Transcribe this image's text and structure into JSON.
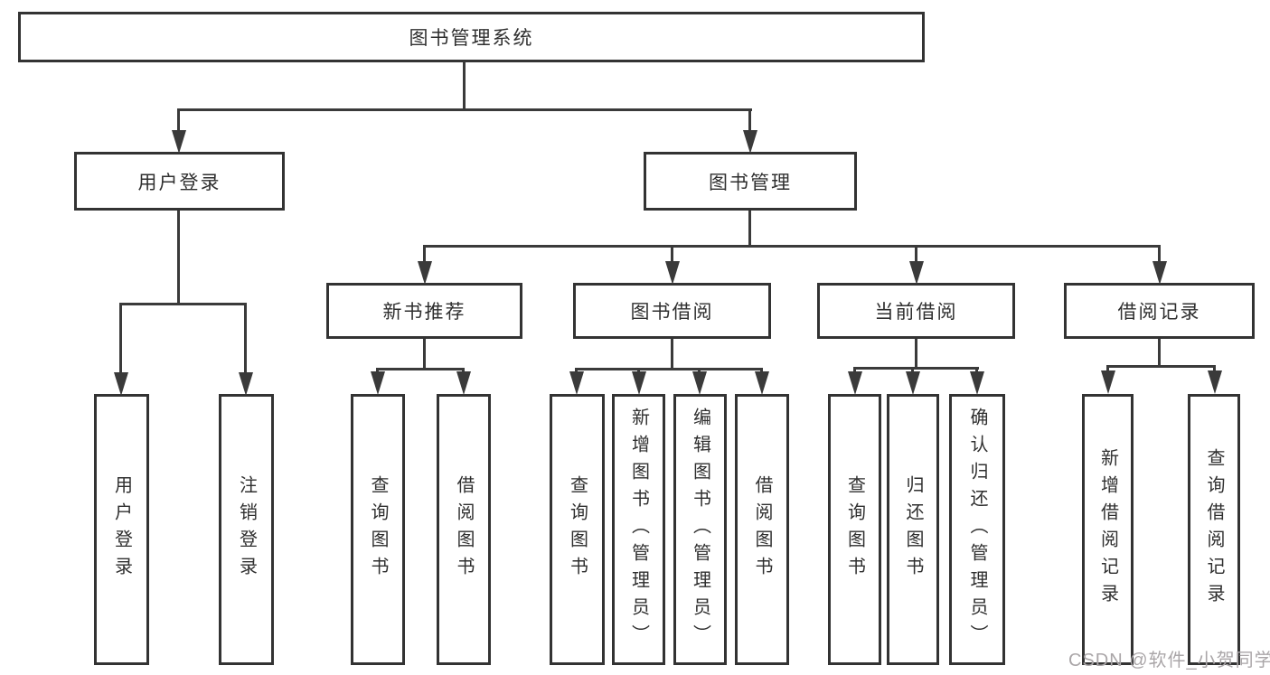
{
  "diagram": {
    "root": {
      "label": "图书管理系统"
    },
    "branches": [
      {
        "label": "用户登录",
        "children": [
          {
            "label": "用户登录"
          },
          {
            "label": "注销登录"
          }
        ]
      },
      {
        "label": "图书管理",
        "children": [
          {
            "label": "新书推荐",
            "children": [
              {
                "label": "查询图书"
              },
              {
                "label": "借阅图书"
              }
            ]
          },
          {
            "label": "图书借阅",
            "children": [
              {
                "label": "查询图书"
              },
              {
                "label": "新增图书（管理员）"
              },
              {
                "label": "编辑图书（管理员）"
              },
              {
                "label": "借阅图书"
              }
            ]
          },
          {
            "label": "当前借阅",
            "children": [
              {
                "label": "查询图书"
              },
              {
                "label": "归还图书"
              },
              {
                "label": "确认归还（管理员）"
              }
            ]
          },
          {
            "label": "借阅记录",
            "children": [
              {
                "label": "新增借阅记录"
              },
              {
                "label": "查询借阅记录"
              }
            ]
          }
        ]
      }
    ]
  },
  "watermark": {
    "text": "CSDN @软件_小贺同学"
  },
  "colors": {
    "line": "#3a3a3a",
    "border": "#333333",
    "text": "#2f2f2f",
    "watermark": "#aaa6a8",
    "background": "#ffffff"
  }
}
